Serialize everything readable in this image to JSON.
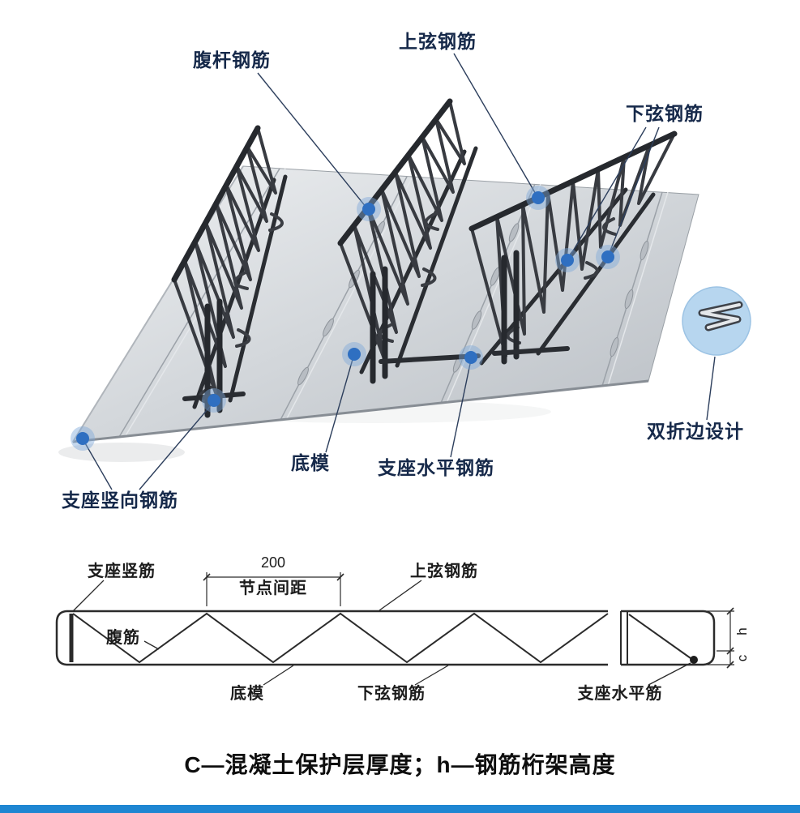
{
  "labels_3d": {
    "web_bar": "腹杆钢筋",
    "top_chord": "上弦钢筋",
    "bottom_chord": "下弦钢筋",
    "double_fold_edge": "双折边设计",
    "bottom_deck": "底模",
    "support_horizontal_bar": "支座水平钢筋",
    "support_vertical_bar": "支座竖向钢筋"
  },
  "labels_2d": {
    "support_vertical_bar": "支座竖筋",
    "node_spacing_value": "200",
    "node_spacing_label": "节点间距",
    "top_chord": "上弦钢筋",
    "web_bar": "腹筋",
    "bottom_deck": "底模",
    "bottom_chord": "下弦钢筋",
    "support_horizontal_bar": "支座水平筋",
    "truss_height_symbol": "h",
    "cover_thickness_symbol": "c"
  },
  "caption": "C—混凝土保护层厚度；h—钢筋桁架高度",
  "colors": {
    "label_text": "#16294a",
    "leader_line": "#2c3e5c",
    "callout_dot_core": "#2f6fc1",
    "callout_dot_halo": "#7fa9d9",
    "detail_circle_fill": "#b7d6ef",
    "deck_metal": "#cfd4d8",
    "truss_steel": "#2a2d32",
    "drawing_line": "#2b2b2b",
    "footer_bar": "#1e86d2"
  }
}
